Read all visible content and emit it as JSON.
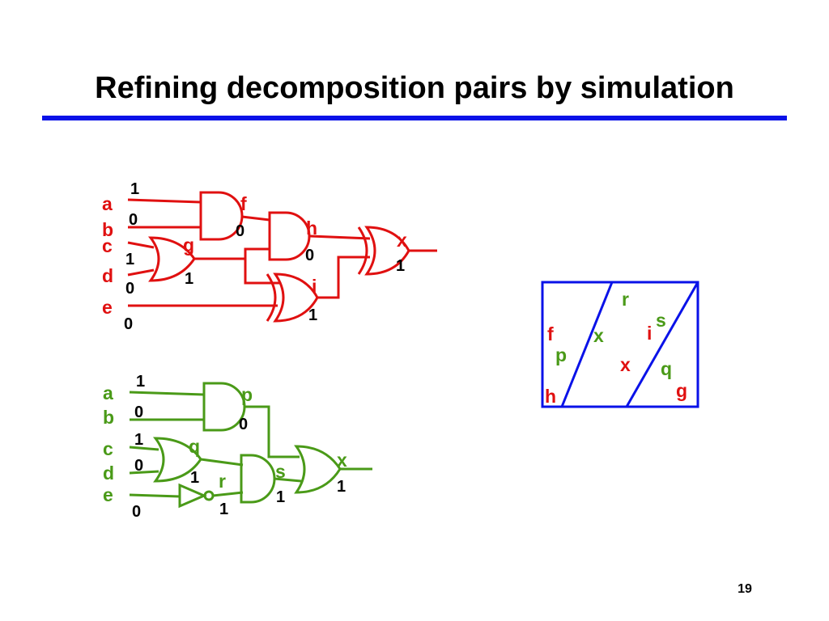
{
  "title": "Refining decomposition pairs by simulation",
  "page_number": "19",
  "colors": {
    "red": "#e01010",
    "green": "#4a9a18",
    "blue": "#0a12e8",
    "black": "#000000"
  },
  "circuit1": {
    "inputs": [
      "a",
      "b",
      "c",
      "d",
      "e"
    ],
    "input_values": [
      "1",
      "0",
      "1",
      "0",
      "0"
    ],
    "gate_names": {
      "f": "f",
      "g": "g",
      "h": "h",
      "i": "i",
      "x": "x"
    },
    "gate_values": {
      "f": "0",
      "g": "1",
      "h": "0",
      "i": "1",
      "x": "1"
    }
  },
  "circuit2": {
    "inputs": [
      "a",
      "b",
      "c",
      "d",
      "e"
    ],
    "input_values": [
      "1",
      "0",
      "1",
      "0",
      "0"
    ],
    "gate_names": {
      "p": "p",
      "q": "q",
      "r": "r",
      "s": "s",
      "x": "x"
    },
    "gate_values": {
      "p": "0",
      "q": "1",
      "r": "1",
      "s": "1",
      "x": "1"
    }
  },
  "partition": {
    "labels": {
      "f": "f",
      "h": "h",
      "p": "p",
      "x1": "x",
      "r": "r",
      "i": "i",
      "x2": "x",
      "s": "s",
      "q": "q",
      "g": "g"
    }
  }
}
